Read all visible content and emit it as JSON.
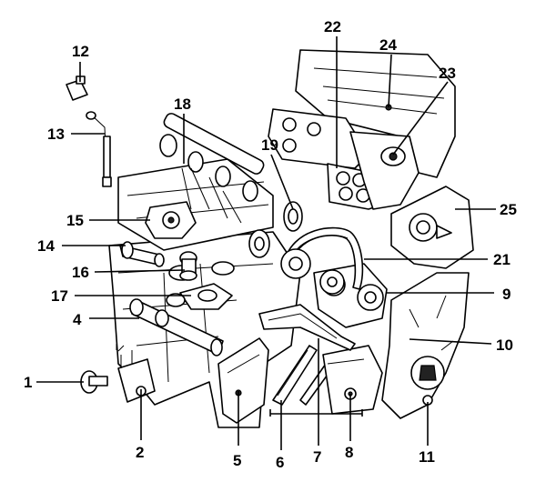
{
  "callouts": [
    {
      "id": "1",
      "label": "1"
    },
    {
      "id": "2",
      "label": "2"
    },
    {
      "id": "4",
      "label": "4"
    },
    {
      "id": "5",
      "label": "5"
    },
    {
      "id": "6",
      "label": "6"
    },
    {
      "id": "7",
      "label": "7"
    },
    {
      "id": "8",
      "label": "8"
    },
    {
      "id": "9",
      "label": "9"
    },
    {
      "id": "10",
      "label": "10"
    },
    {
      "id": "11",
      "label": "11"
    },
    {
      "id": "12",
      "label": "12"
    },
    {
      "id": "13",
      "label": "13"
    },
    {
      "id": "14",
      "label": "14"
    },
    {
      "id": "15",
      "label": "15"
    },
    {
      "id": "16",
      "label": "16"
    },
    {
      "id": "17",
      "label": "17"
    },
    {
      "id": "18",
      "label": "18"
    },
    {
      "id": "19",
      "label": "19"
    },
    {
      "id": "21",
      "label": "21"
    },
    {
      "id": "22",
      "label": "22"
    },
    {
      "id": "23",
      "label": "23"
    },
    {
      "id": "24",
      "label": "24"
    },
    {
      "id": "25",
      "label": "25"
    }
  ],
  "colors": {
    "ink": "#000000",
    "shade": "#9a9a9a",
    "paper": "#ffffff"
  }
}
